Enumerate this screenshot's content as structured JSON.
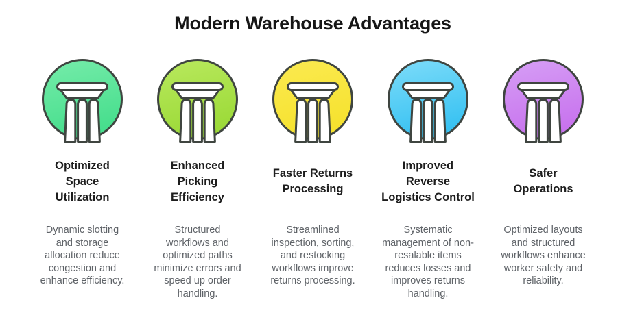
{
  "title": "Modern Warehouse Advantages",
  "colors": {
    "background": "#ffffff",
    "outline": "#3f4540",
    "heading_text": "#1d1d1d",
    "body_text": "#5f6368"
  },
  "columns": [
    {
      "icon": "pillar-icon",
      "icon_colors": {
        "top": "#76ecaa",
        "bottom": "#47de8d"
      },
      "title": "Optimized\nSpace\nUtilization",
      "description": "Dynamic slotting\nand storage\nallocation reduce\ncongestion and\nenhance efficiency."
    },
    {
      "icon": "pillar-icon",
      "icon_colors": {
        "top": "#b9e95e",
        "bottom": "#9cda38"
      },
      "title": "Enhanced\nPicking\nEfficiency",
      "description": "Structured\nworkflows and\noptimized paths\nminimize errors and\nspeed up order\nhandling."
    },
    {
      "icon": "pillar-icon",
      "icon_colors": {
        "top": "#fbea51",
        "bottom": "#f6e22e"
      },
      "title": "Faster Returns\nProcessing",
      "description": "Streamlined\ninspection, sorting,\nand restocking\nworkflows improve\nreturns processing."
    },
    {
      "icon": "pillar-icon",
      "icon_colors": {
        "top": "#7edcf9",
        "bottom": "#38c2f2"
      },
      "title": "Improved\nReverse\nLogistics Control",
      "description": "Systematic\nmanagement of non-\nresalable items\nreduces losses and\nimproves returns\nhandling."
    },
    {
      "icon": "pillar-icon",
      "icon_colors": {
        "top": "#d69ff5",
        "bottom": "#c873ee"
      },
      "title": "Safer\nOperations",
      "description": "Optimized layouts\nand structured\nworkflows enhance\nworker safety and\nreliability."
    }
  ]
}
